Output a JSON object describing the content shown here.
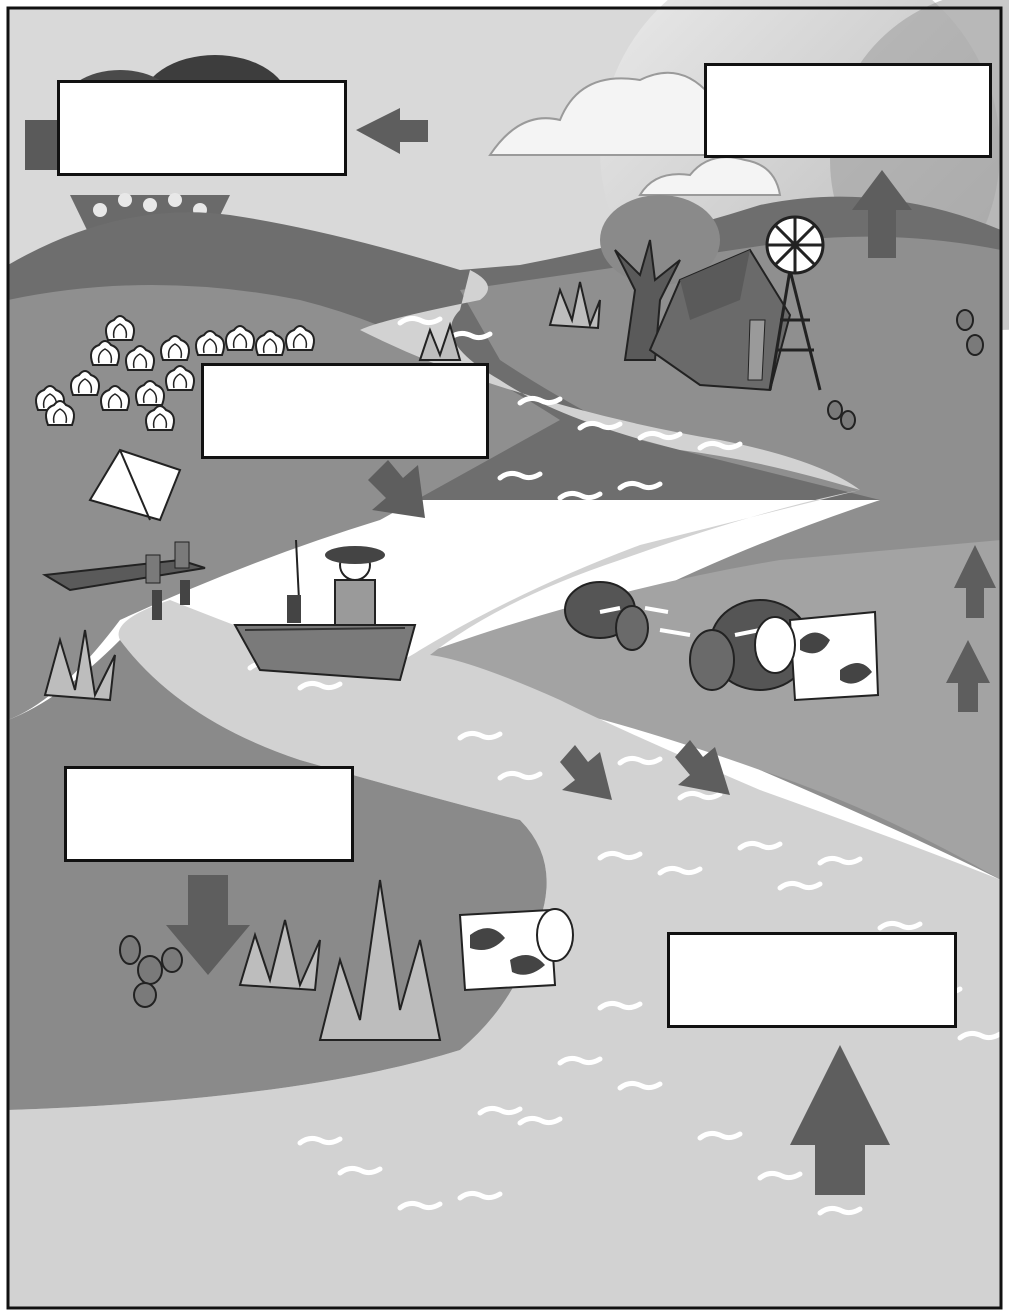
{
  "diagram": {
    "kind": "water-cycle-fill-in",
    "label_boxes": [
      {
        "id": "box-precipitation",
        "text": ""
      },
      {
        "id": "box-evaporation-sun",
        "text": ""
      },
      {
        "id": "box-runoff",
        "text": ""
      },
      {
        "id": "box-infiltration",
        "text": ""
      },
      {
        "id": "box-evaporation-water",
        "text": ""
      }
    ],
    "colors": {
      "sky": "#d9d9d9",
      "sun": "#c4c4c4",
      "hills": "#6e6e6e",
      "land": "#8f8f8f",
      "land_light": "#a3a3a3",
      "river": "#d2d2d2",
      "arrow": "#5e5e5e",
      "cloud": "#f4f4f4",
      "border": "#111111"
    },
    "icons": [
      "rain-cloud-icon",
      "sun-icon",
      "barn-icon",
      "windmill-icon",
      "tree-icon",
      "fisherman-boat-icon",
      "cow-icon",
      "longhorn-icon",
      "tent-icon",
      "dock-icon",
      "agave-plant-icon",
      "cactus-icon",
      "cotton-field-icon"
    ]
  }
}
